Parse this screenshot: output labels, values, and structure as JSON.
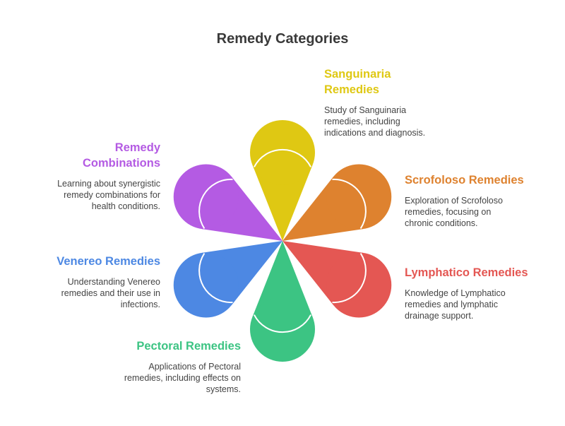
{
  "title": "Remedy Categories",
  "categories": [
    {
      "id": "sanguinaria",
      "title": "Sanguinaria Remedies",
      "title_lines": [
        "Sanguinaria",
        "Remedies"
      ],
      "description": "Study of Sanguinaria remedies, including indications and diagnosis.",
      "color": "#DFC813",
      "direction": "top"
    },
    {
      "id": "scrofoloso",
      "title": "Scrofoloso Remedies",
      "title_lines": [
        "Scrofoloso Remedies"
      ],
      "description": "Exploration of Scrofoloso remedies, focusing on chronic conditions.",
      "color": "#DE822F",
      "direction": "upper-right"
    },
    {
      "id": "lymphatico",
      "title": "Lymphatico Remedies",
      "title_lines": [
        "Lymphatico Remedies"
      ],
      "description": "Knowledge of Lymphatico remedies and lymphatic drainage support.",
      "color": "#E45753",
      "direction": "lower-right"
    },
    {
      "id": "pectoral",
      "title": "Pectoral Remedies",
      "title_lines": [
        "Pectoral Remedies"
      ],
      "description": "Applications of Pectoral remedies, including effects on systems.",
      "color": "#3CC483",
      "direction": "bottom"
    },
    {
      "id": "venereo",
      "title": "Venereo Remedies",
      "title_lines": [
        "Venereo Remedies"
      ],
      "description": "Understanding Venereo remedies and their use in infections.",
      "color": "#4D88E3",
      "direction": "lower-left"
    },
    {
      "id": "combinations",
      "title": "Remedy Combinations",
      "title_lines": [
        "Remedy",
        "Combinations"
      ],
      "description": "Learning about synergistic remedy combinations for health conditions.",
      "color": "#B45BE3",
      "direction": "upper-left"
    }
  ]
}
